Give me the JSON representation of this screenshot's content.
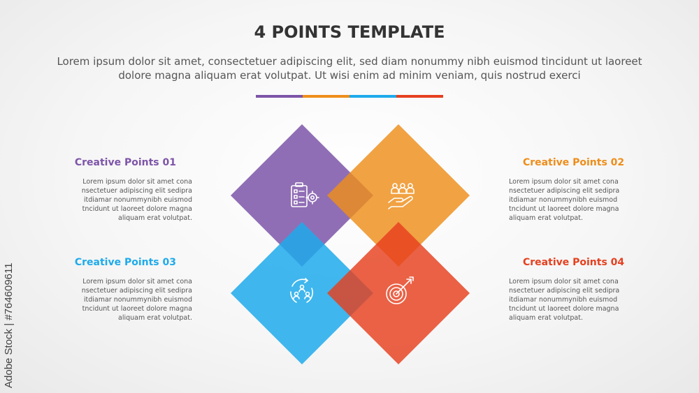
{
  "header": {
    "title": "4 POINTS TEMPLATE",
    "subtitle": "Lorem ipsum dolor sit amet, consectetuer adipiscing elit, sed diam nonummy nibh euismod tincidunt ut laoreet dolore magna aliquam erat volutpat. Ut wisi enim ad minim veniam, quis nostrud exerci"
  },
  "colors": {
    "purple": "#7d55a8",
    "orange": "#ee8d1a",
    "blue": "#1eaaeb",
    "red": "#e6401f"
  },
  "points": [
    {
      "title": "Creative Points 01",
      "desc": "Lorem ipsum dolor sit amet cona nsectetuer adipiscing elit sedipra itdiamar nonummynibh euismod tncidunt ut laoreet dolore magna aliquam erat volutpat.",
      "icon": "checklist-gear-icon"
    },
    {
      "title": "Creative Points 02",
      "desc": "Lorem ipsum dolor sit amet cona nsectetuer adipiscing elit sedipra itdiamar nonummynibh euismod tncidunt ut laoreet dolore magna aliquam erat volutpat.",
      "icon": "hand-people-icon"
    },
    {
      "title": "Creative Points 03",
      "desc": "Lorem ipsum dolor sit amet cona nsectetuer adipiscing elit sedipra itdiamar nonummynibh euismod tncidunt ut laoreet dolore magna aliquam erat volutpat.",
      "icon": "team-cycle-icon"
    },
    {
      "title": "Creative Points 04",
      "desc": "Lorem ipsum dolor sit amet cona nsectetuer adipiscing elit sedipra itdiamar nonummynibh euismod tncidunt ut laoreet dolore magna aliquam erat volutpat.",
      "icon": "target-arrow-icon"
    }
  ],
  "watermark": "Adobe Stock | #764609611"
}
